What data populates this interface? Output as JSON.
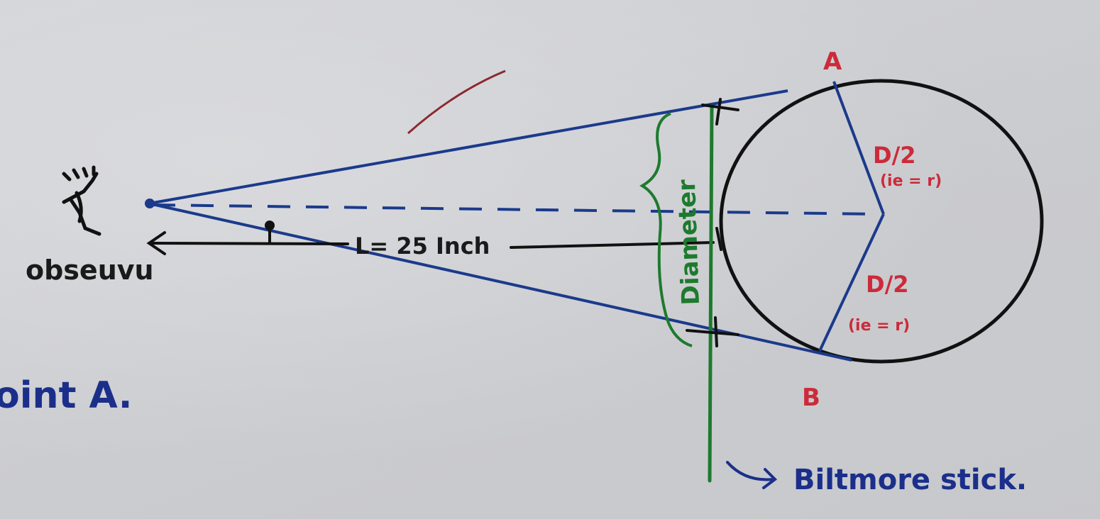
{
  "labels": {
    "observer": "obseuvu",
    "distance": "L= 25 Inch",
    "point_a": "A",
    "point_b": "B",
    "radius_top": "D/2",
    "radius_top_note": "(ie = r)",
    "radius_bottom": "D/2",
    "radius_bottom_note": "(ie = r)",
    "diameter": "Diameter",
    "stick": "Biltmore stick.",
    "margin_text": "oint A."
  },
  "colors": {
    "sight_lines": "#1b3a8c",
    "outline": "#111111",
    "stick": "#1d7a2e",
    "points": "#cc2a3a",
    "notes": "#1b2f8a"
  },
  "icons": {
    "observer": "eye-figure-icon",
    "arrow": "arrow-right-icon"
  }
}
